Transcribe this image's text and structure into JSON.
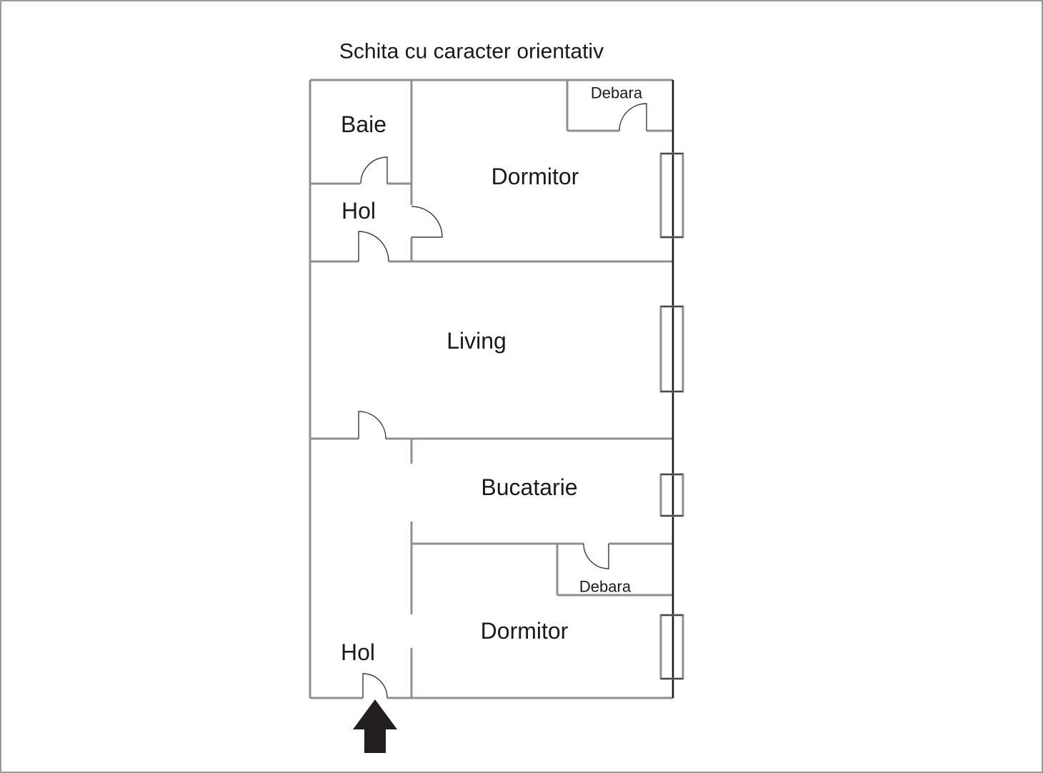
{
  "title": "Schita cu caracter orientativ",
  "labels": {
    "baie": "Baie",
    "hol_top": "Hol",
    "dormitor_top": "Dormitor",
    "debara_top": "Debara",
    "living": "Living",
    "bucatarie": "Bucatarie",
    "debara_bottom": "Debara",
    "dormitor_bottom": "Dormitor",
    "hol_bottom": "Hol"
  },
  "colors": {
    "background": "#ffffff",
    "wall": "#8f8f8f",
    "right_wall": "#1a1a1a",
    "door": "#3a3a3a",
    "window": "#8f8f8f",
    "text": "#1a1a1a",
    "entrance_arrow": "#231f20",
    "canvas_border": "#9a9a9a"
  }
}
